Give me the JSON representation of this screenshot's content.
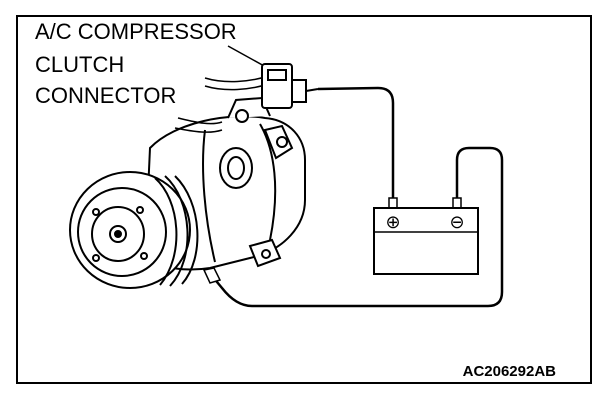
{
  "label": {
    "lines": [
      "A/C COMPRESSOR",
      "CLUTCH",
      "CONNECTOR"
    ]
  },
  "battery": {
    "positive_symbol": "⊕",
    "negative_symbol": "⊖"
  },
  "figure_code": "AC206292AB",
  "colors": {
    "ink": "#000000",
    "paper": "#ffffff"
  }
}
